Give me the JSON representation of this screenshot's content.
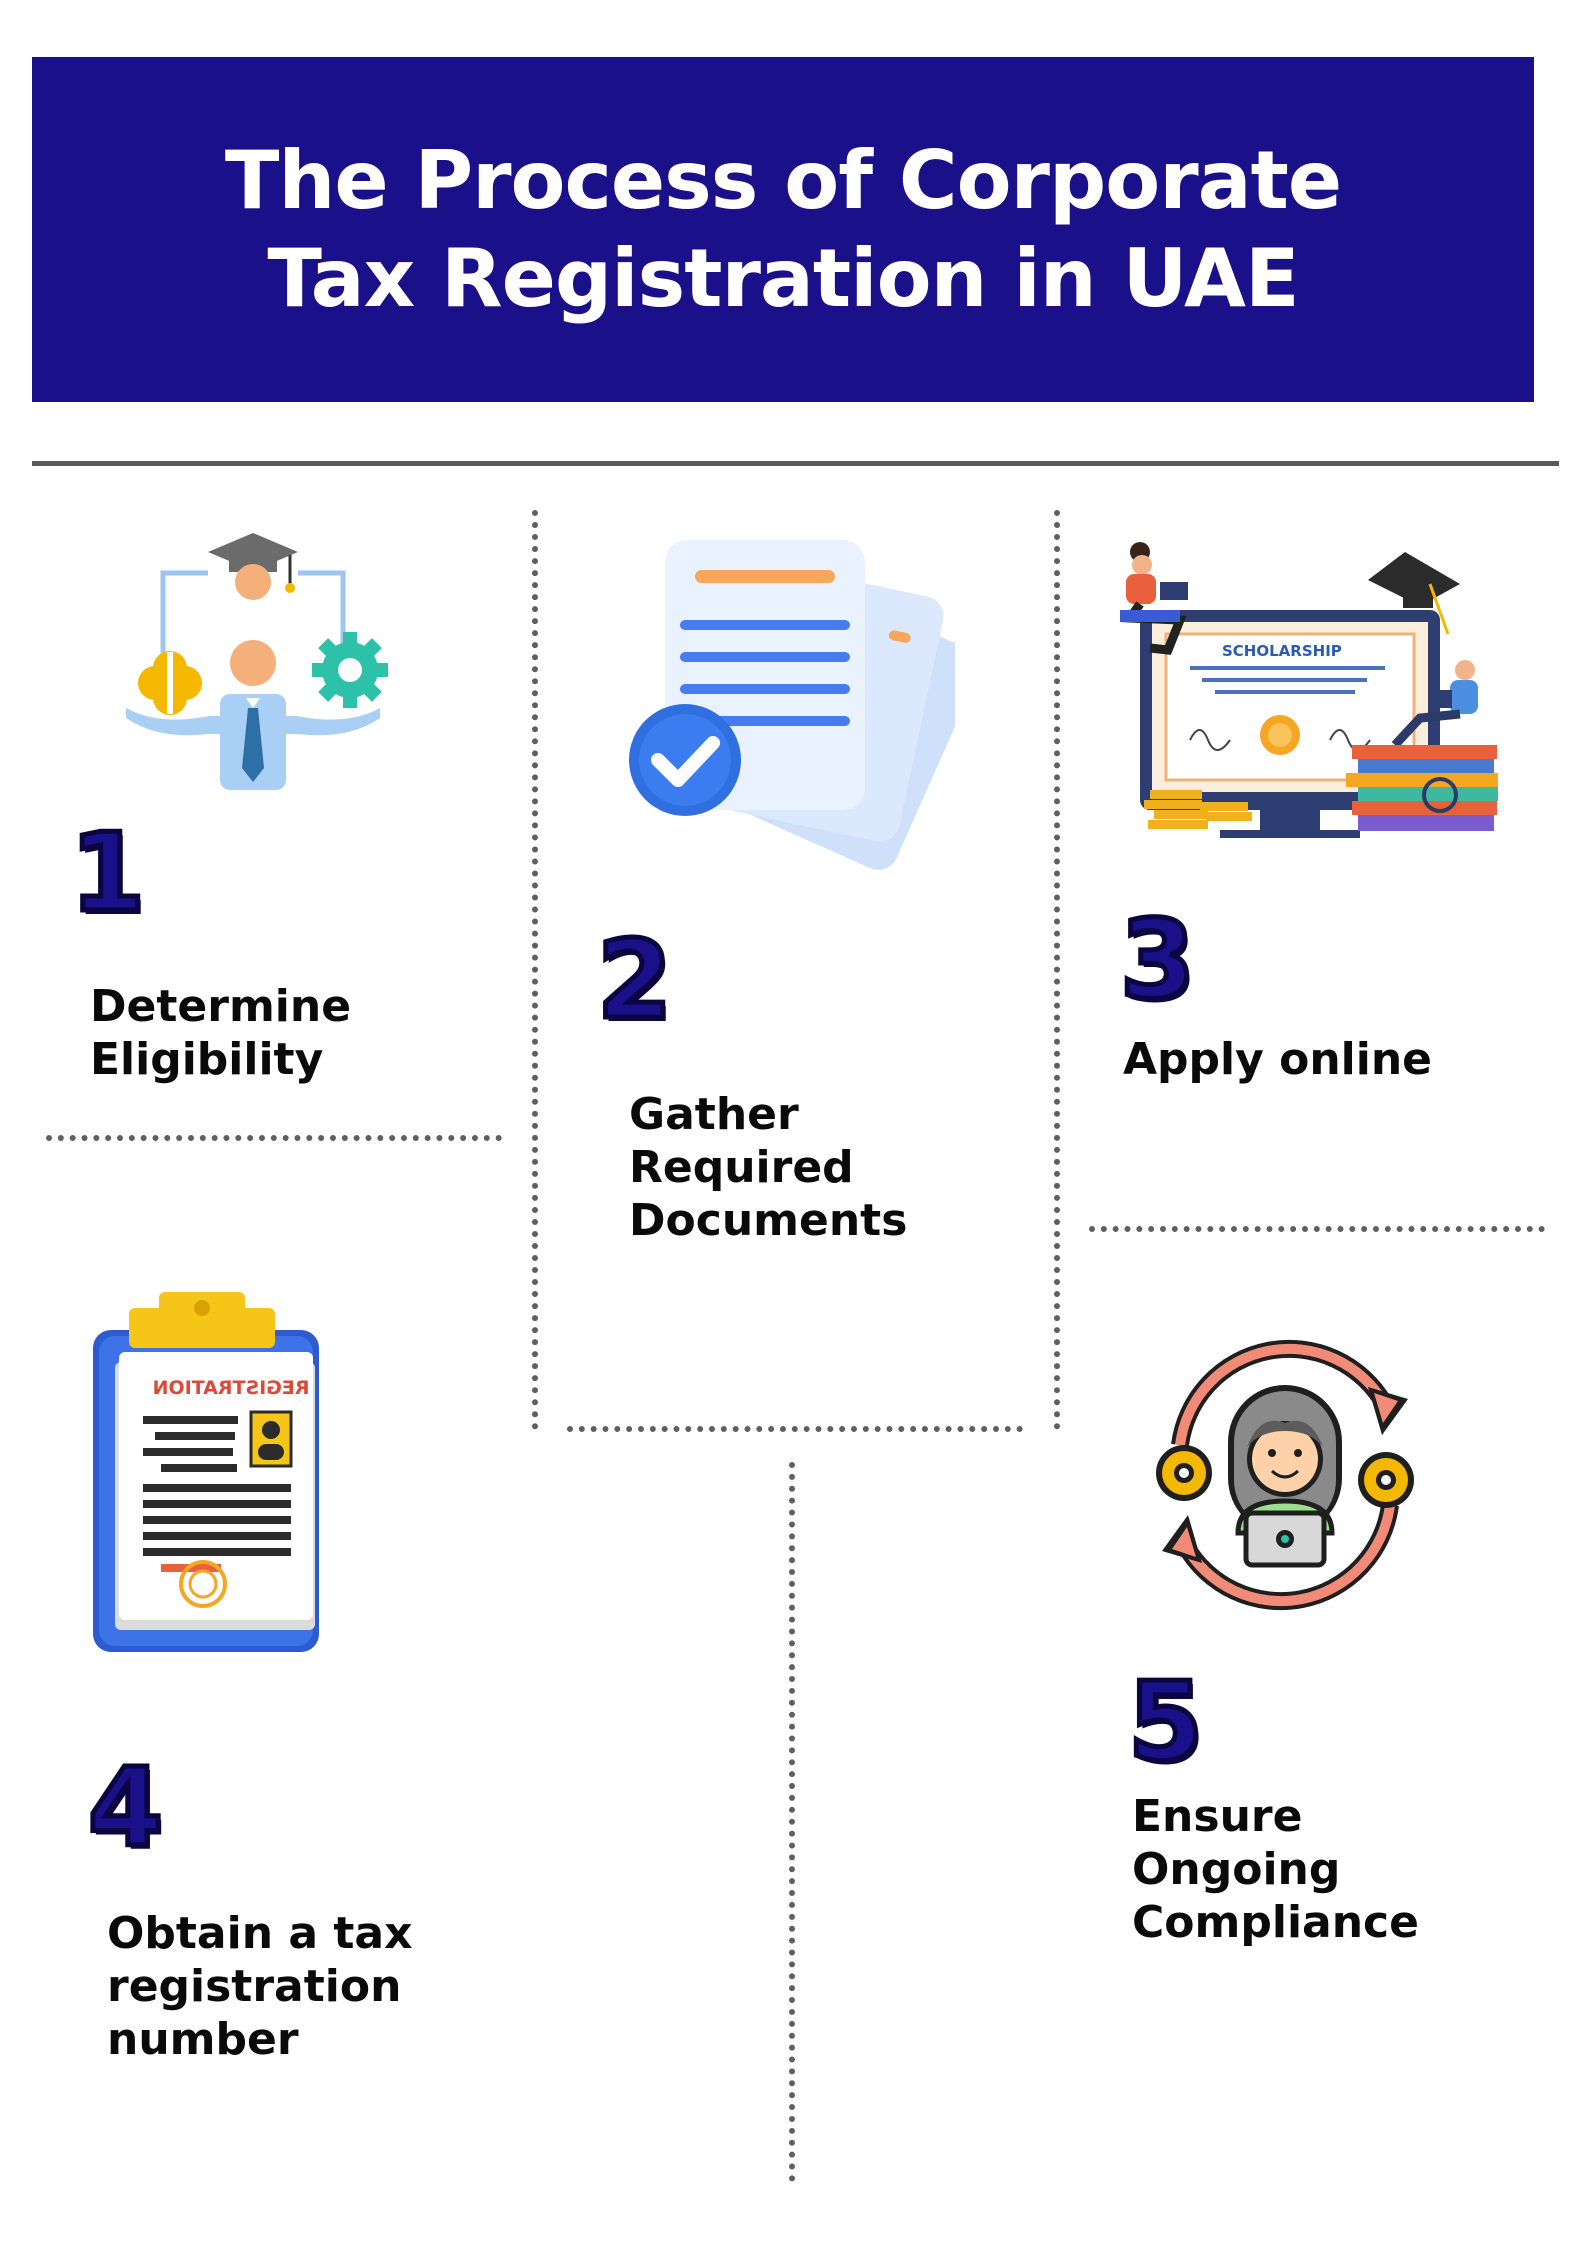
{
  "header": {
    "title_line1": "The Process of Corporate",
    "title_line2": "Tax Registration in UAE",
    "background_color": "#1a108a",
    "text_color": "#ffffff"
  },
  "colors": {
    "step_number": "#1a108a",
    "divider": "#5a5a5a"
  },
  "steps": [
    {
      "number": "1",
      "label": "Determine Eligibility",
      "icon": "eligibility-person-icon"
    },
    {
      "number": "2",
      "label": "Gather Required Documents",
      "icon": "document-check-icon"
    },
    {
      "number": "3",
      "label": "Apply online",
      "icon": "scholarship-monitor-icon",
      "illustration_text": "SCHOLARSHIP"
    },
    {
      "number": "4",
      "label": "Obtain a tax registration number",
      "icon": "registration-clipboard-icon",
      "illustration_text": "REGISTRATION"
    },
    {
      "number": "5",
      "label": "Ensure Ongoing Compliance",
      "icon": "compliance-cycle-icon"
    }
  ]
}
